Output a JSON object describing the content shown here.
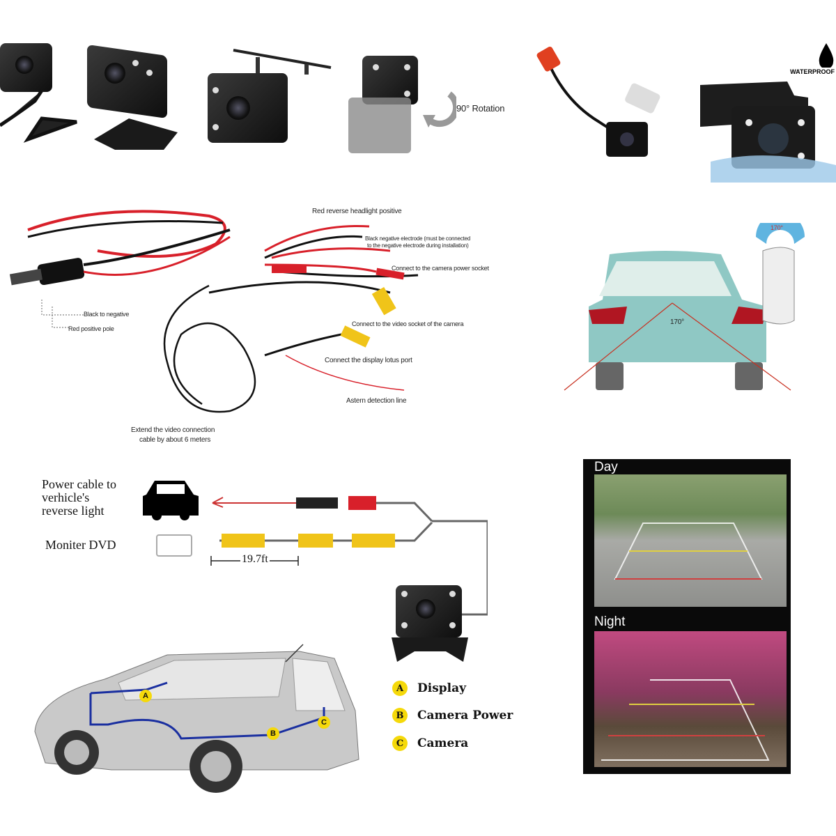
{
  "top": {
    "rotation_label": "90° Rotation",
    "waterproof_label": "WATERPROOF"
  },
  "wiring": {
    "labels": {
      "red_reverse": "Red reverse headlight positive",
      "black_negative": "Black negative electrode (must be connected",
      "black_negative_2": "to the negative electrode during installation)",
      "camera_power": "Connect to the camera power socket",
      "black_to_negative": "Black to negative",
      "red_positive": "Red positive pole",
      "video_socket": "Connect to the video socket of the camera",
      "display_lotus": "Connect the display lotus port",
      "astern": "Astern detection line",
      "extend_1": "Extend the video connection",
      "extend_2": "cable by about 6 meters"
    }
  },
  "rear_view": {
    "angle_top": "170°",
    "angle_car": "170°"
  },
  "connection": {
    "power_cable": [
      "Power cable to",
      "verhicle's",
      "reverse light"
    ],
    "monitor": "Moniter DVD",
    "length": "19.7ft"
  },
  "legend": [
    {
      "badge": "A",
      "label": "Display"
    },
    {
      "badge": "B",
      "label": "Camera Power"
    },
    {
      "badge": "C",
      "label": "Camera"
    }
  ],
  "car_markers": [
    "A",
    "B",
    "C"
  ],
  "day_night": {
    "day": "Day",
    "night": "Night"
  },
  "colors": {
    "badge": "#f5d90a",
    "wire_red": "#d8202a",
    "wire_blue": "#1a2fa0",
    "rca_yellow": "#f0c419"
  }
}
